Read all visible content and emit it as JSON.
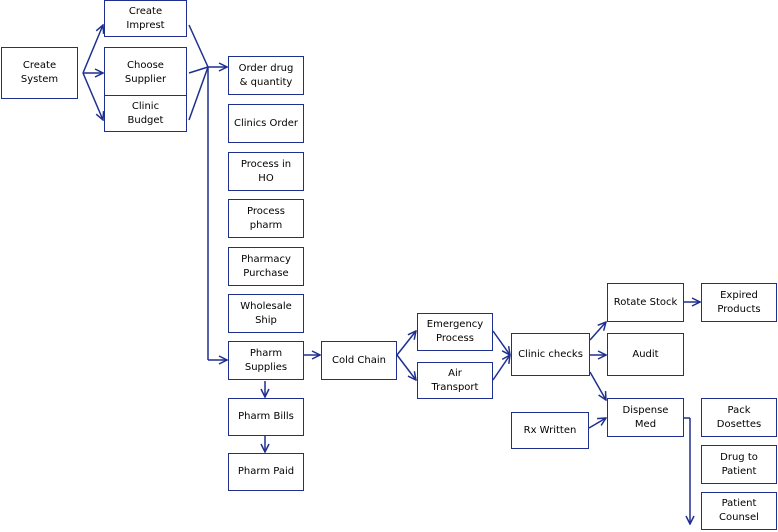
{
  "diagram": {
    "line_color": "#1f2f8f",
    "box_border_color": "#1f2f8f",
    "text_color": "#000000",
    "nodes": {
      "create_system": "Create\nSystem",
      "create_imprest": "Create\nImprest",
      "choose_supplier": "Choose\nSupplier",
      "clinic_budget": "Clinic\nBudget",
      "order_drug": "Order drug\n& quantity",
      "clinics_order": "Clinics Order",
      "process_ho": "Process in\nHO",
      "process_pharm": "Process\npharm",
      "pharmacy_purchase": "Pharmacy\nPurchase",
      "wholesale_ship": "Wholesale\nShip",
      "pharm_supplies": "Pharm\nSupplies",
      "pharm_bills": "Pharm Bills",
      "pharm_paid": "Pharm Paid",
      "cold_chain": "Cold Chain",
      "emergency_process": "Emergency\nProcess",
      "air_transport": "Air\nTransport",
      "clinic_checks": "Clinic checks",
      "rx_written": "Rx Written",
      "rotate_stock": "Rotate Stock",
      "expired_products": "Expired\nProducts",
      "audit": "Audit",
      "dispense_med": "Dispense\nMed",
      "pack_dosettes": "Pack\nDosettes",
      "drug_to_patient": "Drug to\nPatient",
      "patient_counsel": "Patient\nCounsel"
    }
  }
}
